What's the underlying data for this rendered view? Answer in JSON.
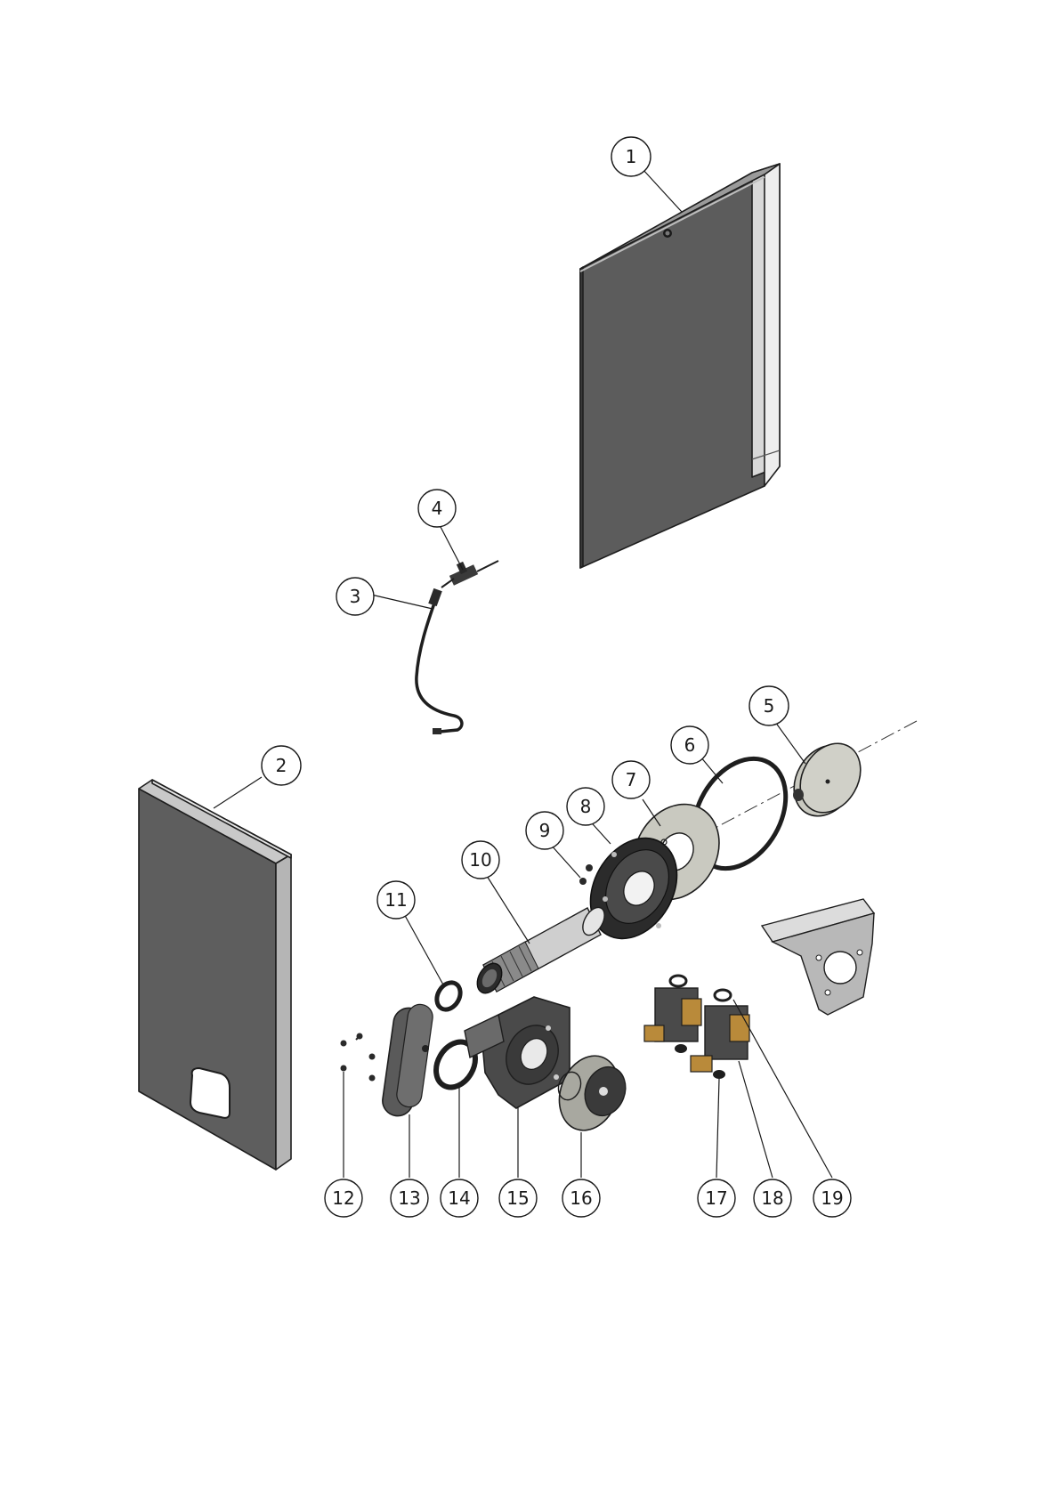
{
  "diagram": {
    "colors": {
      "panel_dark": "#5c5c5c",
      "panel_side": "#a9a9a9",
      "panel_light": "#d2d2d2",
      "part_light": "#c9c9c0",
      "part_dark": "#2b2b2b",
      "brass": "#b98a3a"
    },
    "callouts": [
      {
        "id": "1",
        "label": "1"
      },
      {
        "id": "2",
        "label": "2"
      },
      {
        "id": "3",
        "label": "3"
      },
      {
        "id": "4",
        "label": "4"
      },
      {
        "id": "5",
        "label": "5"
      },
      {
        "id": "6",
        "label": "6"
      },
      {
        "id": "7",
        "label": "7"
      },
      {
        "id": "8",
        "label": "8"
      },
      {
        "id": "9",
        "label": "9"
      },
      {
        "id": "10",
        "label": "10"
      },
      {
        "id": "11",
        "label": "11"
      },
      {
        "id": "12",
        "label": "12"
      },
      {
        "id": "13",
        "label": "13"
      },
      {
        "id": "14",
        "label": "14"
      },
      {
        "id": "15",
        "label": "15"
      },
      {
        "id": "16",
        "label": "16"
      },
      {
        "id": "17",
        "label": "17"
      },
      {
        "id": "18",
        "label": "18"
      },
      {
        "id": "19",
        "label": "19"
      }
    ]
  }
}
